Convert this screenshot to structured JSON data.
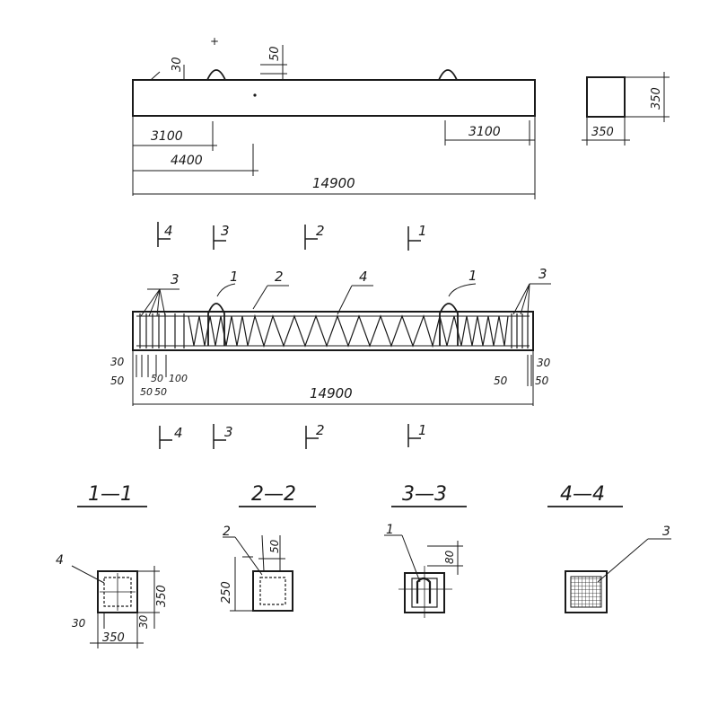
{
  "dims": {
    "top_30": "30",
    "top_50": "50",
    "side_h": "350",
    "side_w": "350",
    "left_3100": "3100",
    "right_3100": "3100",
    "d4400": "4400",
    "len_top": "14900",
    "len_mid": "14900",
    "end_l_30": "30",
    "end_l_50": "50",
    "end_l_s50a": "50",
    "end_l_100": "100",
    "end_l_s50b": "50",
    "end_l_s50c": "50",
    "end_r_50": "50",
    "end_r_30": "30",
    "end_r_50b": "50",
    "s11_350v": "350",
    "s11_30v": "30",
    "s11_30h": "30",
    "s11_350h": "350",
    "s22_250": "250",
    "s22_50": "50",
    "s33_80": "80"
  },
  "marks": {
    "c1a": "1",
    "c2a": "2",
    "c3a": "3",
    "c4a": "4",
    "c1b": "1",
    "c2b": "2",
    "c3b": "3",
    "c4b": "4",
    "pos3_l": "3",
    "pos1_l": "1",
    "pos2": "2",
    "pos4": "4",
    "pos1_r": "1",
    "pos3_r": "3",
    "s11_pos": "4",
    "s22_pos": "2",
    "s33_pos": "1",
    "s44_pos": "3"
  },
  "sections": {
    "s11": "1—1",
    "s22": "2—2",
    "s33": "3—3",
    "s44": "4—4"
  }
}
